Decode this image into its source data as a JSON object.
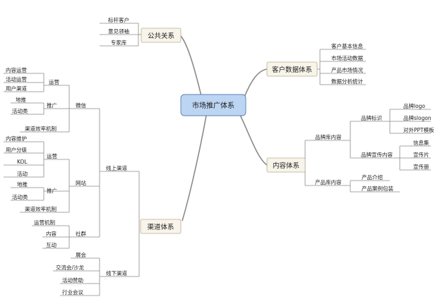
{
  "center": "市场推广体系",
  "branches": {
    "public_relations": {
      "title": "公共关系",
      "items": [
        "标杆客户",
        "意见领袖",
        "专家库"
      ]
    },
    "customer_data": {
      "title": "客户数据体系",
      "items": [
        "客户基本信息",
        "市场活动数据",
        "产品市场情况",
        "数据分析统计"
      ]
    },
    "content": {
      "title": "内容体系",
      "brand_library": {
        "label": "品牌库内容",
        "brand_identity": {
          "label": "品牌标识",
          "items": [
            "品牌logo",
            "品牌slogon",
            "对外PPT模板"
          ]
        },
        "brand_promo": {
          "label": "品牌宣传内容",
          "items": [
            "信息集",
            "宣传片",
            "宣传册"
          ]
        }
      },
      "product_library": {
        "label": "产品库内容",
        "items": [
          "产品介绍",
          "产品案例包装"
        ]
      }
    },
    "channel": {
      "title": "渠道体系",
      "online": {
        "label": "线上渠道",
        "wechat": {
          "label": "微信",
          "operation": {
            "label": "运营",
            "items": [
              "内容运营",
              "活动运营",
              "用户渠道"
            ]
          },
          "promotion": {
            "label": "推广",
            "items": [
              "地推",
              "活动类"
            ]
          },
          "mechanism": "渠道效率机制"
        },
        "website": {
          "label": "网站",
          "operation": {
            "label": "运营",
            "items": [
              "内容维护",
              "用户分级",
              "KOL",
              "活动"
            ]
          },
          "promotion": {
            "label": "推广",
            "items": [
              "地推",
              "活动类"
            ]
          },
          "mechanism": "渠道效率机制"
        },
        "community": {
          "label": "社群",
          "items": [
            "运营机制",
            "内容",
            "互动"
          ]
        }
      },
      "offline": {
        "label": "线下渠道",
        "items": [
          "展会",
          "交流会/沙龙",
          "活动赞助",
          "行业会议"
        ]
      }
    }
  }
}
